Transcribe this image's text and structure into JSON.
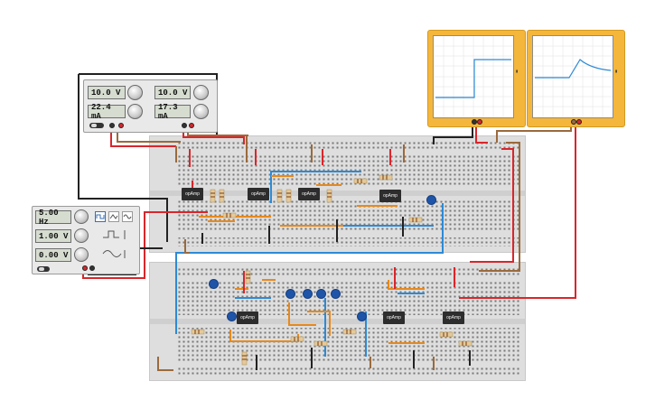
{
  "supply": {
    "ch1_voltage": "10.0 V",
    "ch1_current": "22.4 mA",
    "ch2_voltage": "10.0 V",
    "ch2_current": "17.3 mA"
  },
  "function_generator": {
    "frequency": "5.00 Hz",
    "amplitude": "1.00 V",
    "offset": "0.00 V",
    "waveforms": [
      "square-wave-icon",
      "triangle-wave-icon",
      "sine-wave-icon"
    ],
    "selected_waveform": "square-wave-icon"
  },
  "chips": {
    "label": "opAmp"
  },
  "colors": {
    "wire_red": "#d9262b",
    "wire_blue": "#2d8ad6",
    "wire_orange": "#e8891c",
    "wire_brown": "#9b6a3c",
    "wire_black": "#222222",
    "scope_body": "#f4b63b",
    "trace": "#2d8ad6",
    "capacitor": "#1f55a8"
  }
}
